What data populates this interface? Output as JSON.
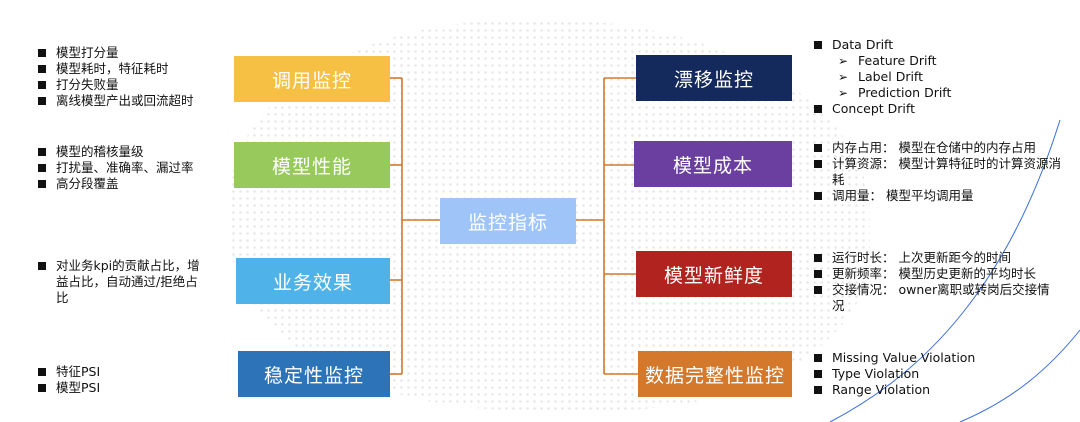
{
  "center": {
    "label": "监控指标",
    "color": "#9fc5f8"
  },
  "left_nodes": [
    {
      "label": "调用监控",
      "color": "#f5c043",
      "notes": [
        "模型打分量",
        "模型耗时，特征耗时",
        "打分失败量",
        "离线模型产出或回流超时"
      ]
    },
    {
      "label": "模型性能",
      "color": "#97c95c",
      "notes": [
        "模型的稽核量级",
        "打扰量、准确率、漏过率",
        "高分段覆盖"
      ]
    },
    {
      "label": "业务效果",
      "color": "#4fb3ea",
      "notes": [
        "对业务kpi的贡献占比，增益占比，自动通过/拒绝占比"
      ]
    },
    {
      "label": "稳定性监控",
      "color": "#2d73b8",
      "notes": [
        "特征PSI",
        "模型PSI"
      ]
    }
  ],
  "right_nodes": [
    {
      "label": "漂移监控",
      "color": "#152a5c",
      "notes": [
        {
          "text": "Data Drift",
          "level": 0
        },
        {
          "text": "Feature Drift",
          "level": 1
        },
        {
          "text": "Label Drift",
          "level": 1
        },
        {
          "text": "Prediction Drift",
          "level": 1
        },
        {
          "text": "Concept Drift",
          "level": 0
        }
      ]
    },
    {
      "label": "模型成本",
      "color": "#6b3fa0",
      "notes": [
        {
          "text": "内存占用： 模型在仓储中的内存占用",
          "level": 0
        },
        {
          "text": "计算资源： 模型计算特征时的计算资源消耗",
          "level": 0
        },
        {
          "text": "调用量： 模型平均调用量",
          "level": 0
        }
      ]
    },
    {
      "label": "模型新鲜度",
      "color": "#b0231e",
      "notes": [
        {
          "text": "运行时长： 上次更新距今的时间",
          "level": 0
        },
        {
          "text": "更新频率： 模型历史更新的平均时长",
          "level": 0
        },
        {
          "text": "交接情况： owner离职或转岗后交接情况",
          "level": 0
        }
      ]
    },
    {
      "label": "数据完整性监控",
      "color": "#d4782b",
      "notes": [
        {
          "text": "Missing Value Violation",
          "level": 0
        },
        {
          "text": "Type Violation",
          "level": 0
        },
        {
          "text": "Range Violation",
          "level": 0
        }
      ]
    }
  ],
  "style": {
    "connector_color": "#d4782b",
    "accent_line_color": "#3a6fd8"
  }
}
